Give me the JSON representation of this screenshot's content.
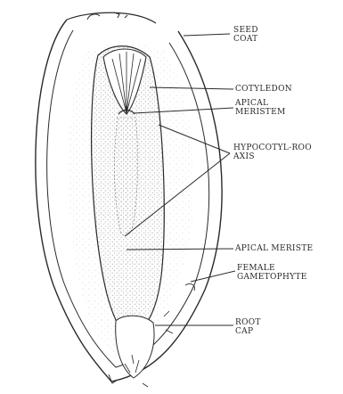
{
  "diagram": {
    "labels": {
      "seed_coat": [
        "SEED",
        "COAT"
      ],
      "cotyledon": [
        "COTYLEDON"
      ],
      "apical_meristem_top": [
        "APICAL",
        "MERISTEM"
      ],
      "hypocotyl_root_axis": [
        "HYPOCOTYL-ROO",
        "AXIS"
      ],
      "apical_meristem_bottom": [
        "APICAL MERISTE"
      ],
      "female_gametophyte": [
        "FEMALE",
        "GAMETOPHYTE"
      ],
      "root_cap": [
        "ROOT",
        "CAP"
      ]
    },
    "colors": {
      "ink": "#2a2a2a",
      "stipple": "#9a9a9a",
      "background": "#ffffff"
    }
  }
}
